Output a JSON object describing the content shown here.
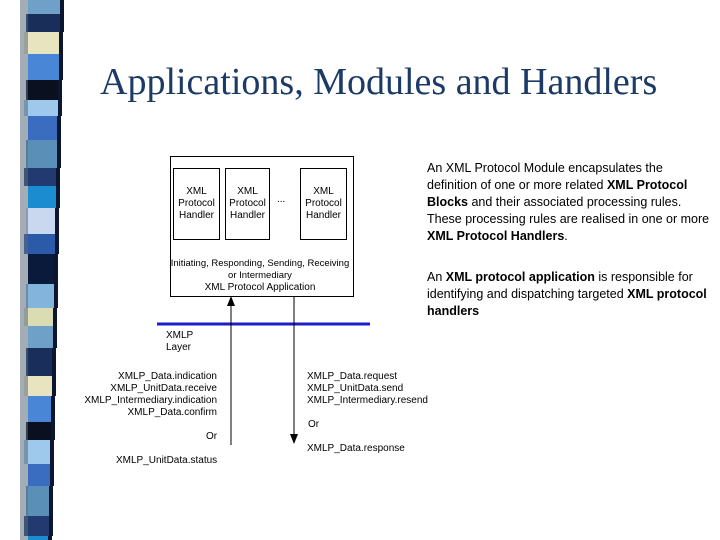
{
  "title": "Applications, Modules and Handlers",
  "diagram": {
    "handlers": [
      {
        "line1": "XML",
        "line2": "Protocol",
        "line3": "Handler"
      },
      {
        "line1": "XML",
        "line2": "Protocol",
        "line3": "Handler"
      },
      {
        "line1": "XML",
        "line2": "Protocol",
        "line3": "Handler"
      }
    ],
    "ellipsis": "...",
    "app_label_line1": "Initiating, Responding, Sending, Receiving",
    "app_label_line2": "or Intermediary",
    "app_label_line3": "XML Protocol Application",
    "layer_line1": "XMLP",
    "layer_line2": "Layer",
    "up_primitives": [
      "XMLP_Data.indication",
      "XMLP_UnitData.receive",
      "XMLP_Intermediary.indication",
      "XMLP_Data.confirm"
    ],
    "up_or": "Or",
    "up_status": "XMLP_UnitData.status",
    "down_primitives": [
      "XMLP_Data.request",
      "XMLP_UnitData.send",
      "XMLP_Intermediary.resend"
    ],
    "down_or": "Or",
    "down_response": "XMLP_Data.response"
  },
  "description": {
    "p1_a": "An XML Protocol Module encapsulates the definition of  one or more related ",
    "p1_b": "XML Protocol Blocks",
    "p1_c": " and their associated processing rules. These processing rules are realised in one or more ",
    "p1_d": "XML Protocol Handlers",
    "p1_e": ".",
    "p2_a": "An ",
    "p2_b": "XML protocol application",
    "p2_c": " is responsible for identifying and dispatching targeted ",
    "p2_d": "XML protocol handlers"
  },
  "colors": {
    "title": "#1b3a66",
    "layer_line": "#1c1cc8"
  }
}
